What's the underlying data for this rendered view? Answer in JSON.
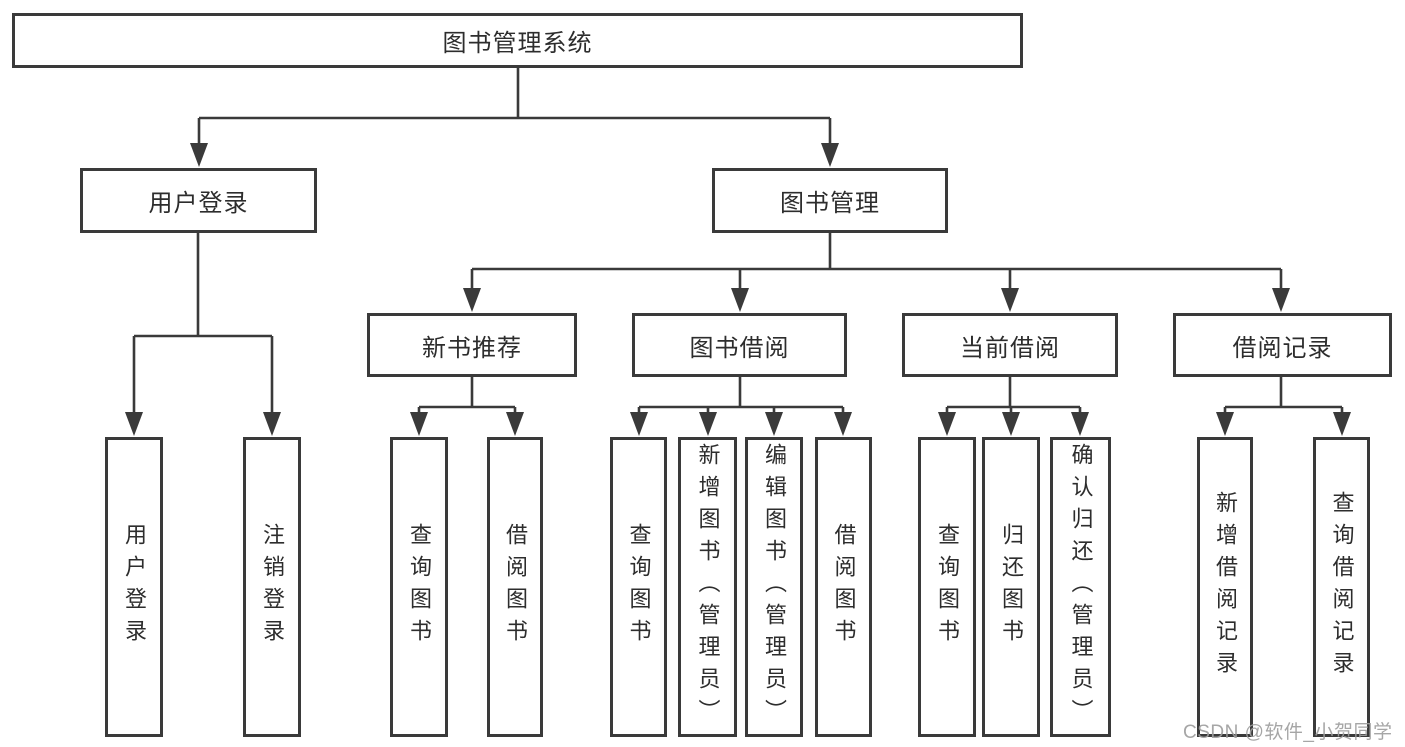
{
  "tree": {
    "root": {
      "label": "图书管理系统"
    },
    "branches": [
      {
        "label": "用户登录",
        "children": [
          {
            "label": "用户登录"
          },
          {
            "label": "注销登录"
          }
        ]
      },
      {
        "label": "图书管理",
        "children": [
          {
            "label": "新书推荐",
            "children": [
              {
                "label": "查询图书"
              },
              {
                "label": "借阅图书"
              }
            ]
          },
          {
            "label": "图书借阅",
            "children": [
              {
                "label": "查询图书"
              },
              {
                "label": "新增图书（管理员）"
              },
              {
                "label": "编辑图书（管理员）"
              },
              {
                "label": "借阅图书"
              }
            ]
          },
          {
            "label": "当前借阅",
            "children": [
              {
                "label": "查询图书"
              },
              {
                "label": "归还图书"
              },
              {
                "label": "确认归还（管理员）"
              }
            ]
          },
          {
            "label": "借阅记录",
            "children": [
              {
                "label": "新增借阅记录"
              },
              {
                "label": "查询借阅记录"
              }
            ]
          }
        ]
      }
    ]
  },
  "watermark": "CSDN @软件_小贺同学",
  "colors": {
    "line": "#3a3a3a",
    "border": "#3a3a3a",
    "text": "#2d2d2d",
    "watermark": "#9e9e9e",
    "background": "#ffffff"
  }
}
